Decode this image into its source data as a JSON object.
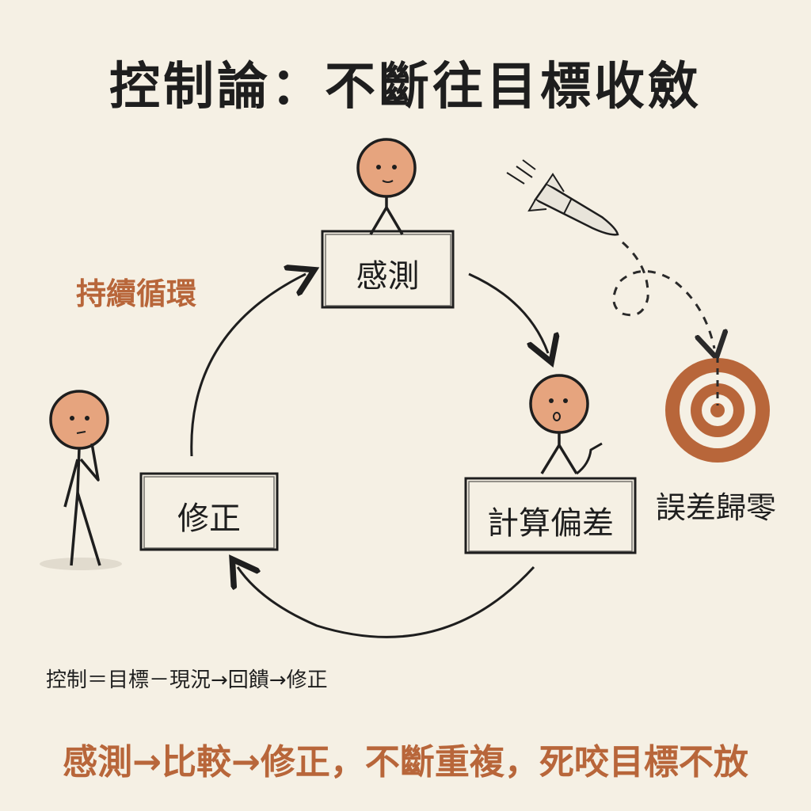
{
  "title": "控制論：不斷往目標收斂",
  "cycle": {
    "sense": "感測",
    "compute": "計算偏差",
    "correct": "修正",
    "loop_label": "持續循環"
  },
  "target_label": "誤差歸零",
  "formula": "控制＝目標－現況→回饋→修正",
  "motto": "感測→比較→修正，不斷重複，死咬目標不放",
  "colors": {
    "background": "#f5f0e4",
    "ink": "#1e1e1e",
    "accent": "#b8663a",
    "skin": "#e6a47e"
  },
  "icons": [
    "rocket-icon",
    "target-icon",
    "stick-figure"
  ]
}
